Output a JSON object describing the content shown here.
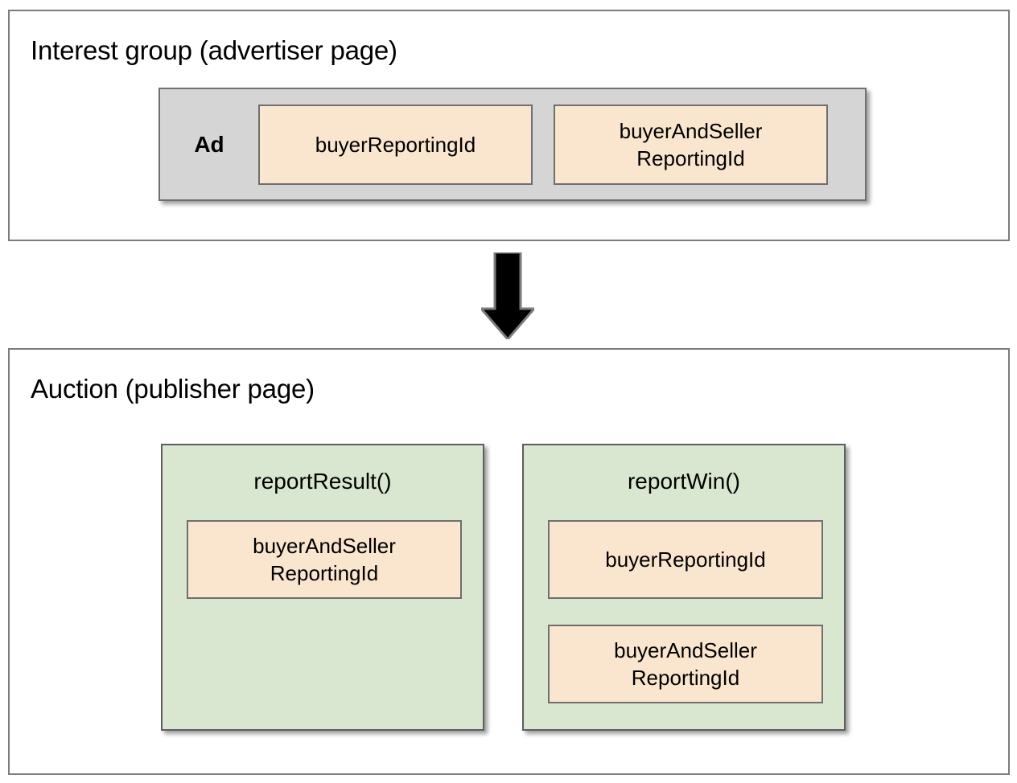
{
  "diagram": {
    "title_top": "Interest group (advertiser page)",
    "title_bottom": "Auction (publisher page)",
    "colors": {
      "peach_fill": "#FAE5CE",
      "green_fill": "#D9E7D0",
      "gray_fill": "#D5D5D5",
      "border": "#6F6F6F",
      "frame_border": "#7C7C7C",
      "arrow": "#000000"
    },
    "interest_group": {
      "ad": {
        "label": "Ad",
        "fields": [
          {
            "name": "buyerReportingId",
            "text": "buyerReportingId"
          },
          {
            "name": "buyerAndSellerReportingId",
            "line1": "buyerAndSeller",
            "line2": "ReportingId"
          }
        ]
      }
    },
    "arrow": {
      "name": "down-arrow-icon",
      "direction": "down"
    },
    "auction": {
      "functions": [
        {
          "label": "reportResult()",
          "fields": [
            {
              "name": "buyerAndSellerReportingId",
              "line1": "buyerAndSeller",
              "line2": "ReportingId"
            }
          ]
        },
        {
          "label": "reportWin()",
          "fields": [
            {
              "name": "buyerReportingId",
              "text": "buyerReportingId"
            },
            {
              "name": "buyerAndSellerReportingId",
              "line1": "buyerAndSeller",
              "line2": "ReportingId"
            }
          ]
        }
      ]
    }
  }
}
